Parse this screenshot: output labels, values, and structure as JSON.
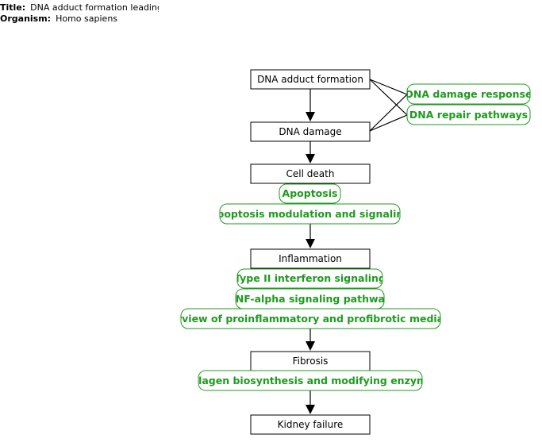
{
  "header": {
    "title_key": "Title:",
    "title_value": "DNA adduct formation leading to kidney failure",
    "organism_key": "Organism:",
    "organism_value": "Homo sapiens"
  },
  "nodes": {
    "dna_adduct": "DNA adduct formation",
    "dna_damage": "DNA damage",
    "cell_death": "Cell death",
    "inflammation": "Inflammation",
    "fibrosis": "Fibrosis",
    "kidney_failure": "Kidney failure"
  },
  "pathways": {
    "dna_damage_response": "DNA damage response",
    "dna_repair": "DNA repair pathways",
    "apoptosis": "Apoptosis",
    "apoptosis_modulation": "Apoptosis modulation and signaling",
    "type2_interferon": "Type II interferon signaling",
    "tnf_alpha": "TNF-alpha signaling pathway",
    "proinflammatory": "Overview of proinflammatory and profibrotic mediators",
    "collagen": "Collagen biosynthesis and modifying enzymes"
  },
  "colors": {
    "pathway": "#1f9a1f",
    "node_border": "#000000"
  }
}
